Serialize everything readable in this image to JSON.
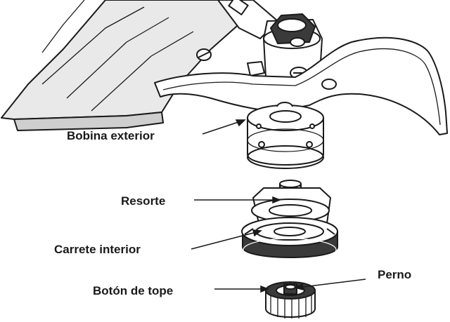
{
  "labels": {
    "outer_spool": "Bobina exterior",
    "spring": "Resorte",
    "inner_reel": "Carrete interior",
    "stop_button": "Botón de tope",
    "bolt": "Perno"
  },
  "colors": {
    "ink": "#1a1a1a",
    "guard_fill": "#e9e9e9",
    "guard_shade": "#cfcfcf",
    "part_fill": "#ffffff",
    "dark_fill": "#3a3a3a"
  }
}
